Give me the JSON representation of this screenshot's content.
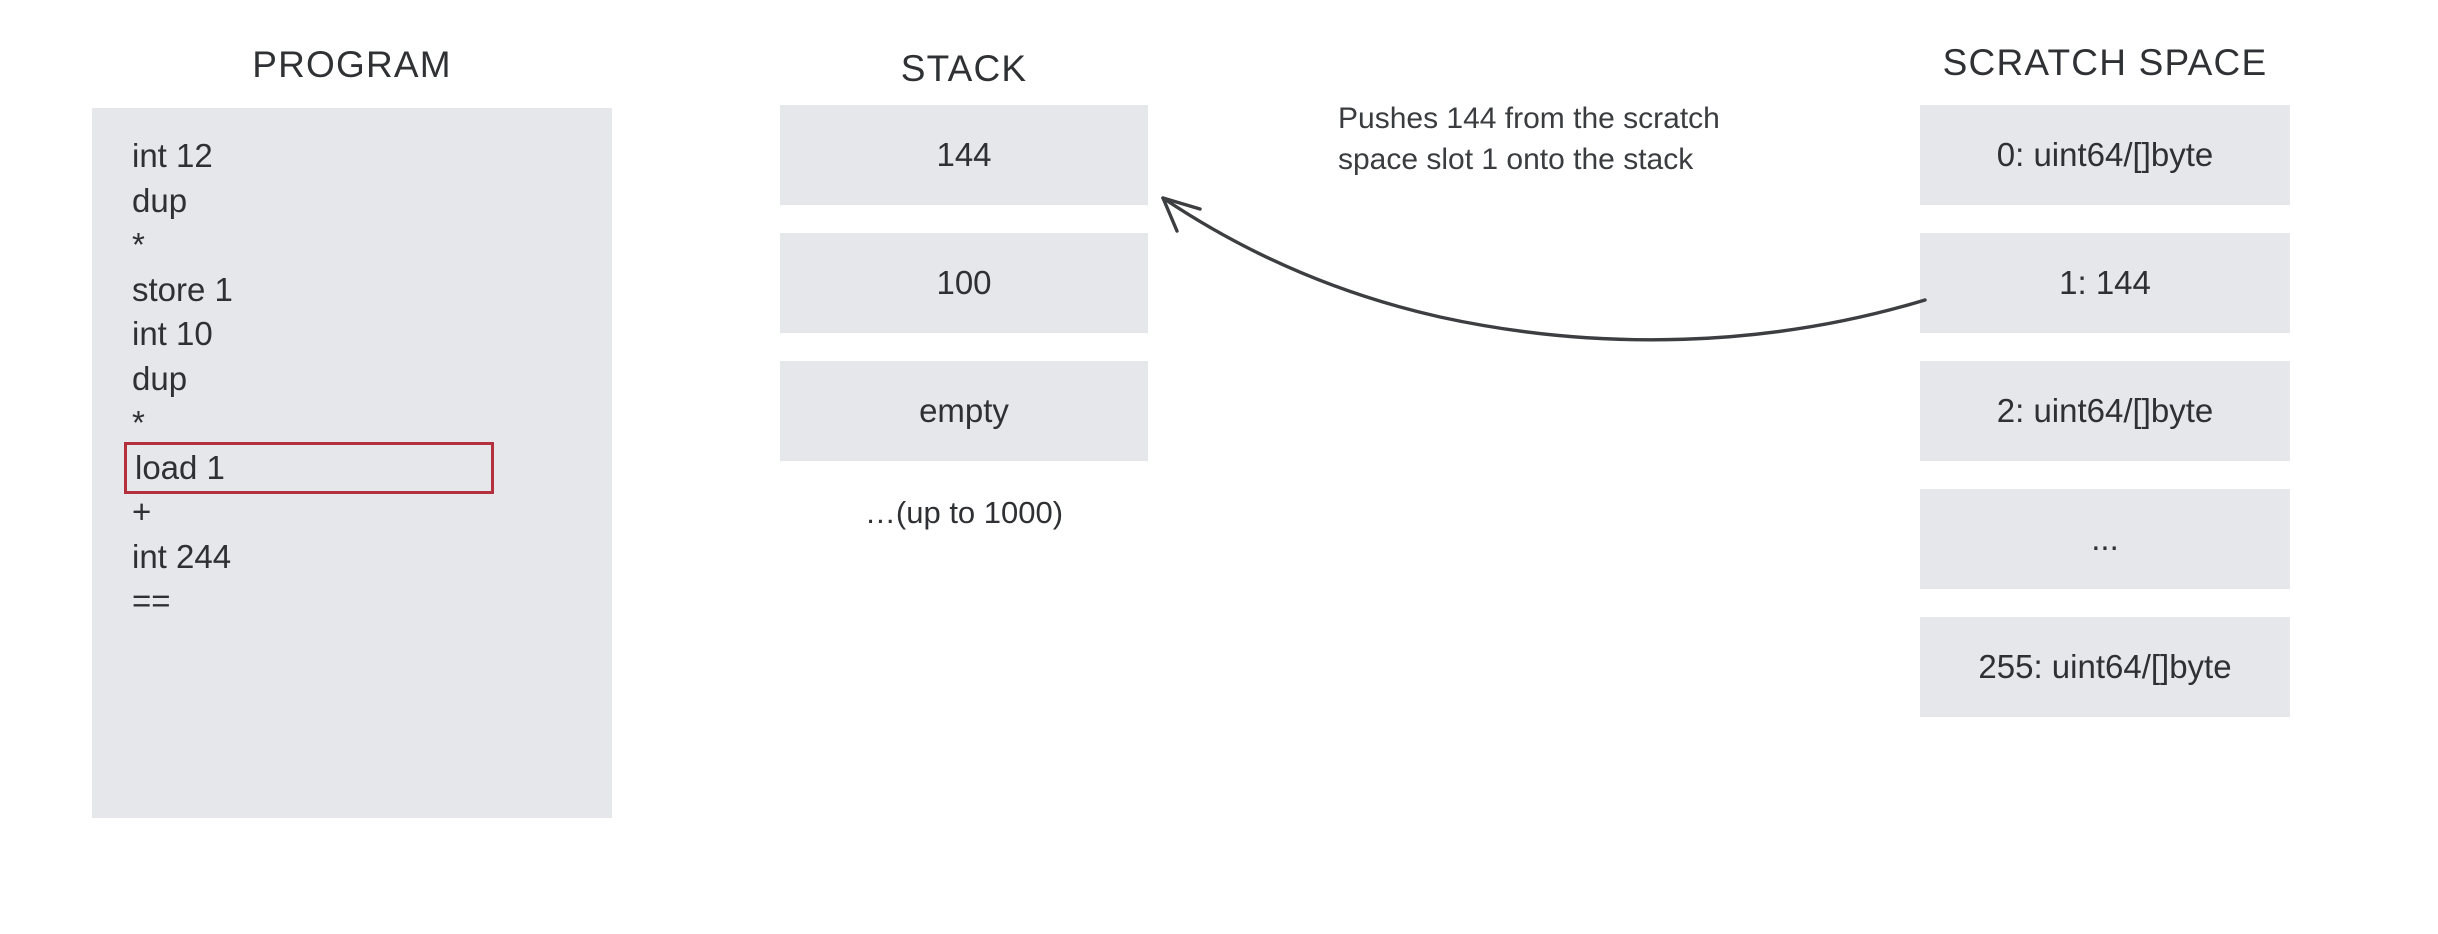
{
  "columns": {
    "program": {
      "heading": "PROGRAM",
      "lines": [
        {
          "text": "int 12",
          "highlighted": false
        },
        {
          "text": "dup",
          "highlighted": false
        },
        {
          "text": "*",
          "highlighted": false
        },
        {
          "text": "store 1",
          "highlighted": false
        },
        {
          "text": "int 10",
          "highlighted": false
        },
        {
          "text": "dup",
          "highlighted": false
        },
        {
          "text": "*",
          "highlighted": false
        },
        {
          "text": "load 1",
          "highlighted": true
        },
        {
          "text": "+",
          "highlighted": false
        },
        {
          "text": "int 244",
          "highlighted": false
        },
        {
          "text": "==",
          "highlighted": false
        }
      ]
    },
    "stack": {
      "heading": "STACK",
      "slots": [
        {
          "value": "144"
        },
        {
          "value": "100"
        },
        {
          "value": "empty"
        }
      ],
      "note": "…(up to 1000)"
    },
    "scratch": {
      "heading": "SCRATCH SPACE",
      "slots": [
        {
          "value": "0: uint64/[]byte"
        },
        {
          "value": "1: 144"
        },
        {
          "value": "2: uint64/[]byte"
        },
        {
          "value": "..."
        },
        {
          "value": "255: uint64/[]byte"
        }
      ]
    }
  },
  "annotation": {
    "line1": "Pushes 144 from the scratch",
    "line2": "space slot 1 onto the stack"
  },
  "colors": {
    "panel_fill": "#e5e7ea",
    "text": "#2e3033",
    "highlight_border": "#b3303c",
    "arrow": "#3c3e41",
    "background": "#ffffff"
  }
}
